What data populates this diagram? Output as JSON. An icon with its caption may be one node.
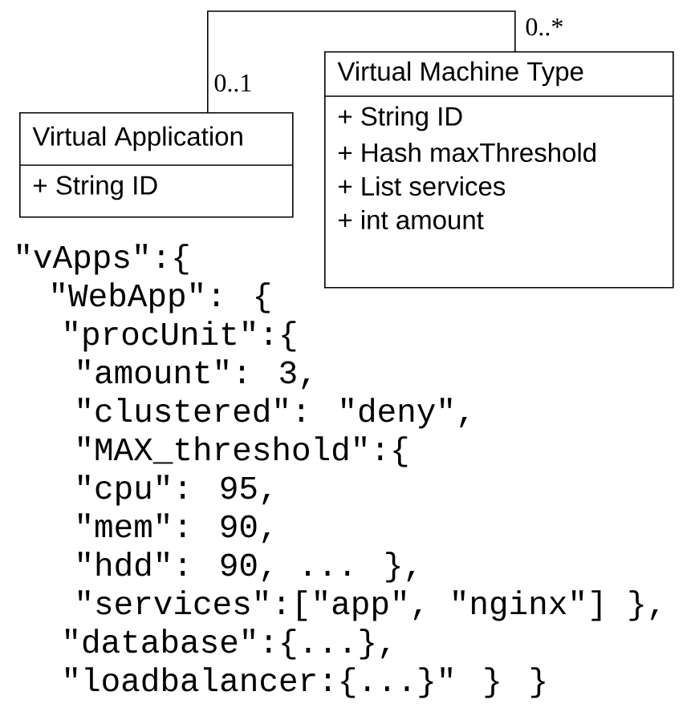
{
  "diagram": {
    "nodes": [
      {
        "text": [
          "Virtual Application",
          "+ String ID"
        ]
      },
      {
        "text": [
          "Virtual Machine Type",
          "+ String ID",
          "+ Hash maxThreshold",
          "+ List services",
          "+ int amount"
        ]
      }
    ],
    "edges": [
      {
        "from": 0,
        "to": 1,
        "arrow": "none"
      }
    ],
    "labels": [
      "0..1",
      "0..*",
      "\"vApps\":{",
      "\"WebApp\": {",
      "\"procUnit\":{",
      "\"amount\": 3,",
      "\"clustered\": \"deny\",",
      "\"MAX_threshold\":{",
      "\"cpu\": 95,",
      "\"mem\": 90,",
      "\"hdd\": 90, ... },",
      "\"services\":[\"app\", \"nginx\"] },",
      "\"database\":{...},",
      "\"loadbalancer:{...}\" } }"
    ]
  }
}
